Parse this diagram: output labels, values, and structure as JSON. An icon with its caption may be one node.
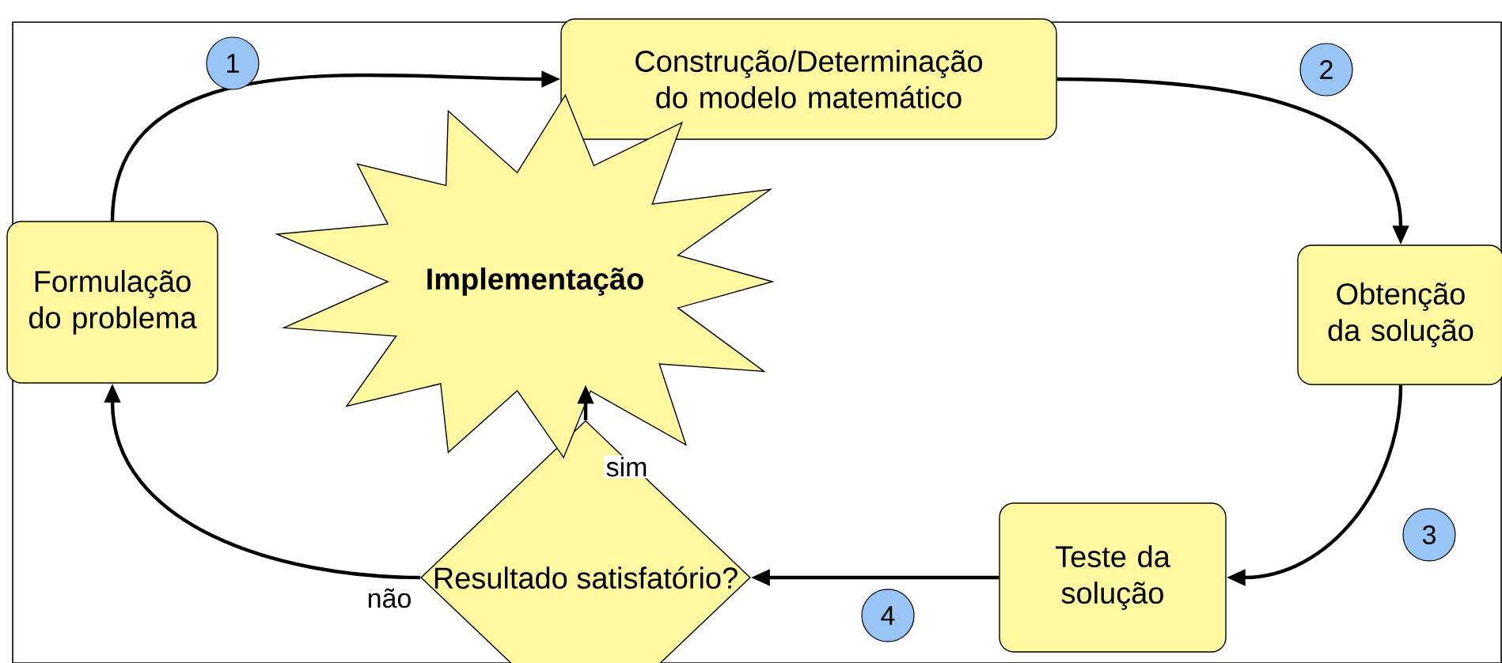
{
  "diagram": {
    "nodes": [
      {
        "text": [
          "Construção/Determinação do modelo matemático"
        ]
      },
      {
        "text": [
          "Obtenção da solução"
        ]
      },
      {
        "text": [
          "Teste da solução"
        ]
      },
      {
        "text": [
          "Resultado satisfatório?"
        ]
      },
      {
        "text": [
          "Implementação"
        ]
      },
      {
        "text": [
          "Formulação do problema"
        ]
      }
    ],
    "edges": [
      {
        "from": 5,
        "to": 0,
        "arrow": "to"
      },
      {
        "from": 0,
        "to": 1,
        "arrow": "to"
      },
      {
        "from": 1,
        "to": 2,
        "arrow": "to"
      },
      {
        "from": 2,
        "to": 3,
        "arrow": "to"
      },
      {
        "from": 3,
        "to": 4,
        "arrow": "to",
        "label": "sim"
      },
      {
        "from": 3,
        "to": 5,
        "arrow": "to",
        "label": "não"
      }
    ],
    "labels": [
      "1",
      "2",
      "3",
      "4"
    ]
  }
}
